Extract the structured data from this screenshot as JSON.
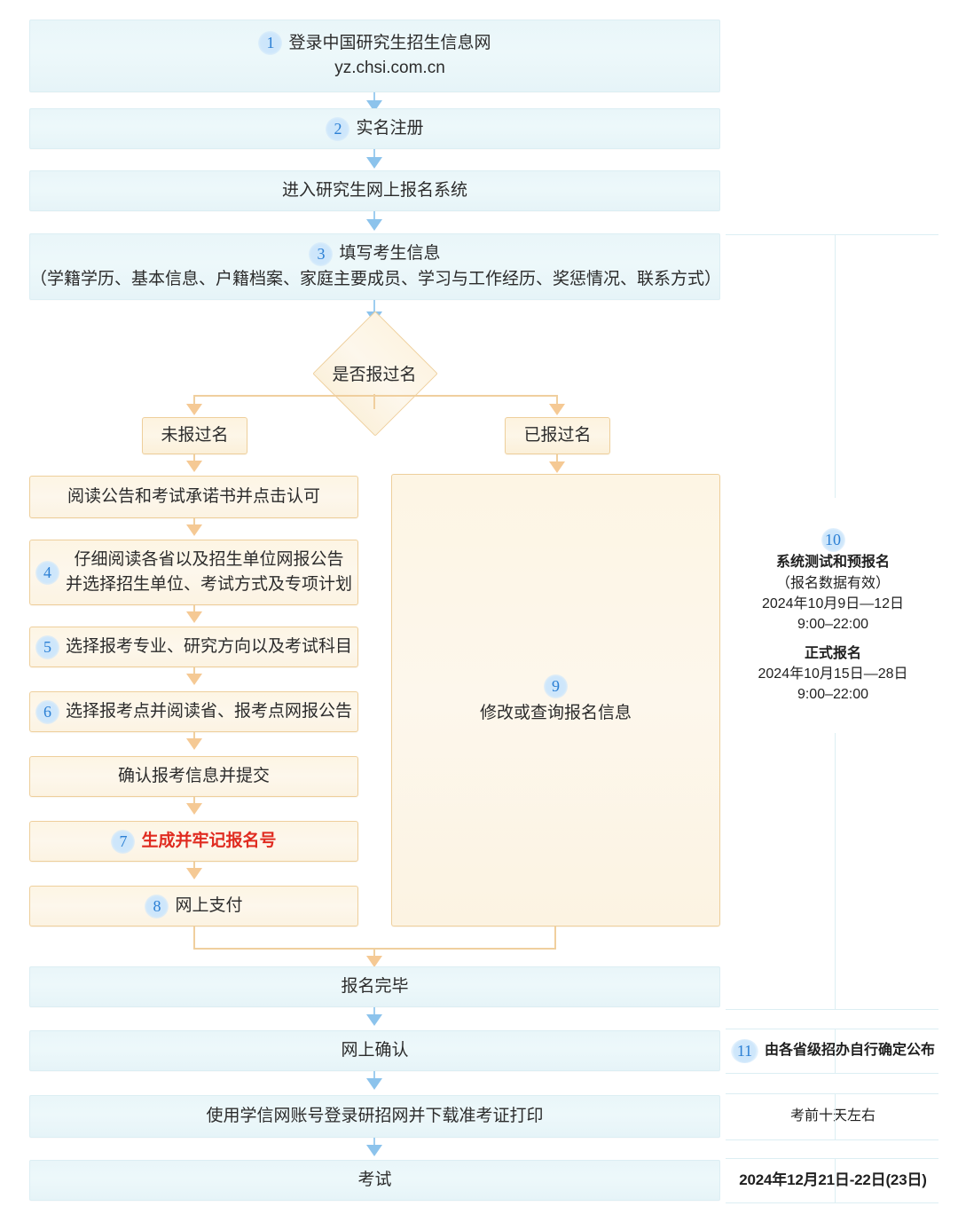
{
  "flow": {
    "top_nodes": [
      {
        "num": "1",
        "line1": "登录中国研究生招生信息网",
        "line2": "yz.chsi.com.cn"
      },
      {
        "num": "2",
        "line1": "实名注册",
        "line2": ""
      },
      {
        "num": "",
        "line1": "进入研究生网上报名系统",
        "line2": ""
      },
      {
        "num": "3",
        "line1": "填写考生信息",
        "line2": "（学籍学历、基本信息、户籍档案、家庭主要成员、学习与工作经历、奖惩情况、联系方式）"
      }
    ],
    "decision": "是否报过名",
    "branch_left": "未报过名",
    "branch_right": "已报过名",
    "left_steps": [
      {
        "num": "",
        "line1": "阅读公告和考试承诺书并点击认可",
        "line2": "",
        "red": false
      },
      {
        "num": "4",
        "line1": "仔细阅读各省以及招生单位网报公告",
        "line2": "并选择招生单位、考试方式及专项计划",
        "red": false
      },
      {
        "num": "5",
        "line1": "选择报考专业、研究方向以及考试科目",
        "line2": "",
        "red": false
      },
      {
        "num": "6",
        "line1": "选择报考点并阅读省、报考点网报公告",
        "line2": "",
        "red": false
      },
      {
        "num": "",
        "line1": "确认报考信息并提交",
        "line2": "",
        "red": false
      },
      {
        "num": "7",
        "line1": "生成并牢记报名号",
        "line2": "",
        "red": true
      },
      {
        "num": "8",
        "line1": "网上支付",
        "line2": "",
        "red": false
      }
    ],
    "right_box": {
      "num": "9",
      "label": "修改或查询报名信息"
    },
    "bottom_nodes": [
      {
        "num": "",
        "line1": "报名完毕"
      },
      {
        "num": "",
        "line1": "网上确认"
      },
      {
        "num": "",
        "line1": "使用学信网账号登录研招网并下载准考证打印"
      },
      {
        "num": "",
        "line1": "考试"
      }
    ]
  },
  "timeline": {
    "schedule": {
      "num": "10",
      "title1": "系统测试和预报名",
      "sub1": "（报名数据有效）",
      "date1": "2024年10月9日—12日",
      "time1": "9:00–22:00",
      "title2": "正式报名",
      "date2": "2024年10月15日—28日",
      "time2": "9:00–22:00"
    },
    "rows": [
      {
        "num": "11",
        "text": "由各省级招办自行确定公布"
      },
      {
        "num": "",
        "text": "考前十天左右"
      },
      {
        "num": "",
        "text": "2024年12月21日-22日(23日)",
        "big": true
      }
    ]
  },
  "colors": {
    "blue_fill": "#eaf6f9",
    "blue_border": "#dceef3",
    "orange_fill": "#fdf5e4",
    "orange_border": "#eecf9c",
    "arrow_blue": "#8cc3ec",
    "arrow_orange": "#f5c994",
    "badge_text": "#2b7fd4",
    "red_text": "#e02b20"
  }
}
